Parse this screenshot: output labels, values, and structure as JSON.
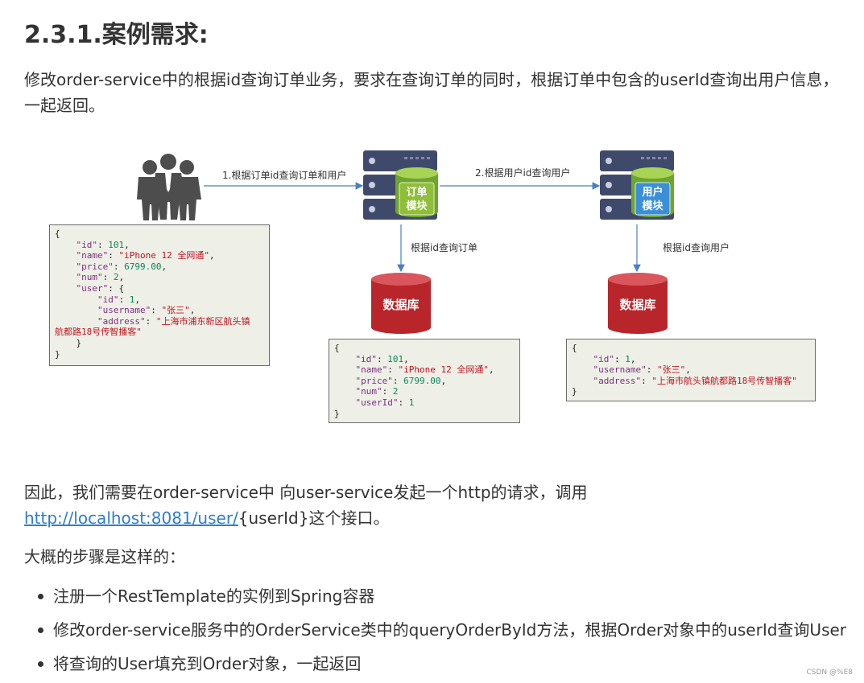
{
  "heading": "2.3.1.案例需求:",
  "intro_line1": "修改order-service中的根据id查询订单业务，要求在查询订单的同时，根据订单中包含的userId查询出用户信息，",
  "intro_line2": "一起返回。",
  "diagram": {
    "arrow1_label": "1.根据订单id查询订单和用户",
    "arrow2_label": "2.根据用户id查询用户",
    "order_module_line1": "订单",
    "order_module_line2": "模块",
    "user_module_line1": "用户",
    "user_module_line2": "模块",
    "order_db_arrow_label": "根据id查询订单",
    "user_db_arrow_label": "根据id查询用户",
    "db1_label": "数据库",
    "db2_label": "数据库",
    "json_left": [
      "{",
      "    \"id\": 101,",
      "    \"name\": \"iPhone 12 全网通\",",
      "    \"price\": 6799.00,",
      "    \"num\": 2,",
      "    \"user\": {",
      "        \"id\": 1,",
      "        \"username\": \"张三\",",
      "        \"address\": \"上海市浦东新区航头镇",
      "航都路18号传智播客\"",
      "    }",
      "}"
    ],
    "json_order": [
      "{",
      "    \"id\": 101,",
      "    \"name\": \"iPhone 12 全网通\",",
      "    \"price\": 6799.00,",
      "    \"num\": 2",
      "    \"userId\": 1",
      "}"
    ],
    "json_user": [
      "{",
      "    \"id\": 1,",
      "    \"username\": \"张三\",",
      "    \"address\": \"上海市航头镇航都路18号传智播客\"",
      "}"
    ],
    "colors": {
      "server_body": "#3f4a6b",
      "cylinder_green": "#8fbe3a",
      "db_red": "#b8262b",
      "arrow": "#4a7fc1",
      "people": "#4d4d4d"
    }
  },
  "para2_prefix": "因此，我们需要在order-service中 向user-service发起一个http的请求，调用",
  "para2_link": "http://localhost:8081/user/",
  "para2_suffix": "{userId}这个接口。",
  "steps_intro": "大概的步骤是这样的：",
  "steps": [
    "注册一个RestTemplate的实例到Spring容器",
    "修改order-service服务中的OrderService类中的queryOrderById方法，根据Order对象中的userId查询User",
    "将查询的User填充到Order对象，一起返回"
  ],
  "watermark": "CSDN @%E8"
}
